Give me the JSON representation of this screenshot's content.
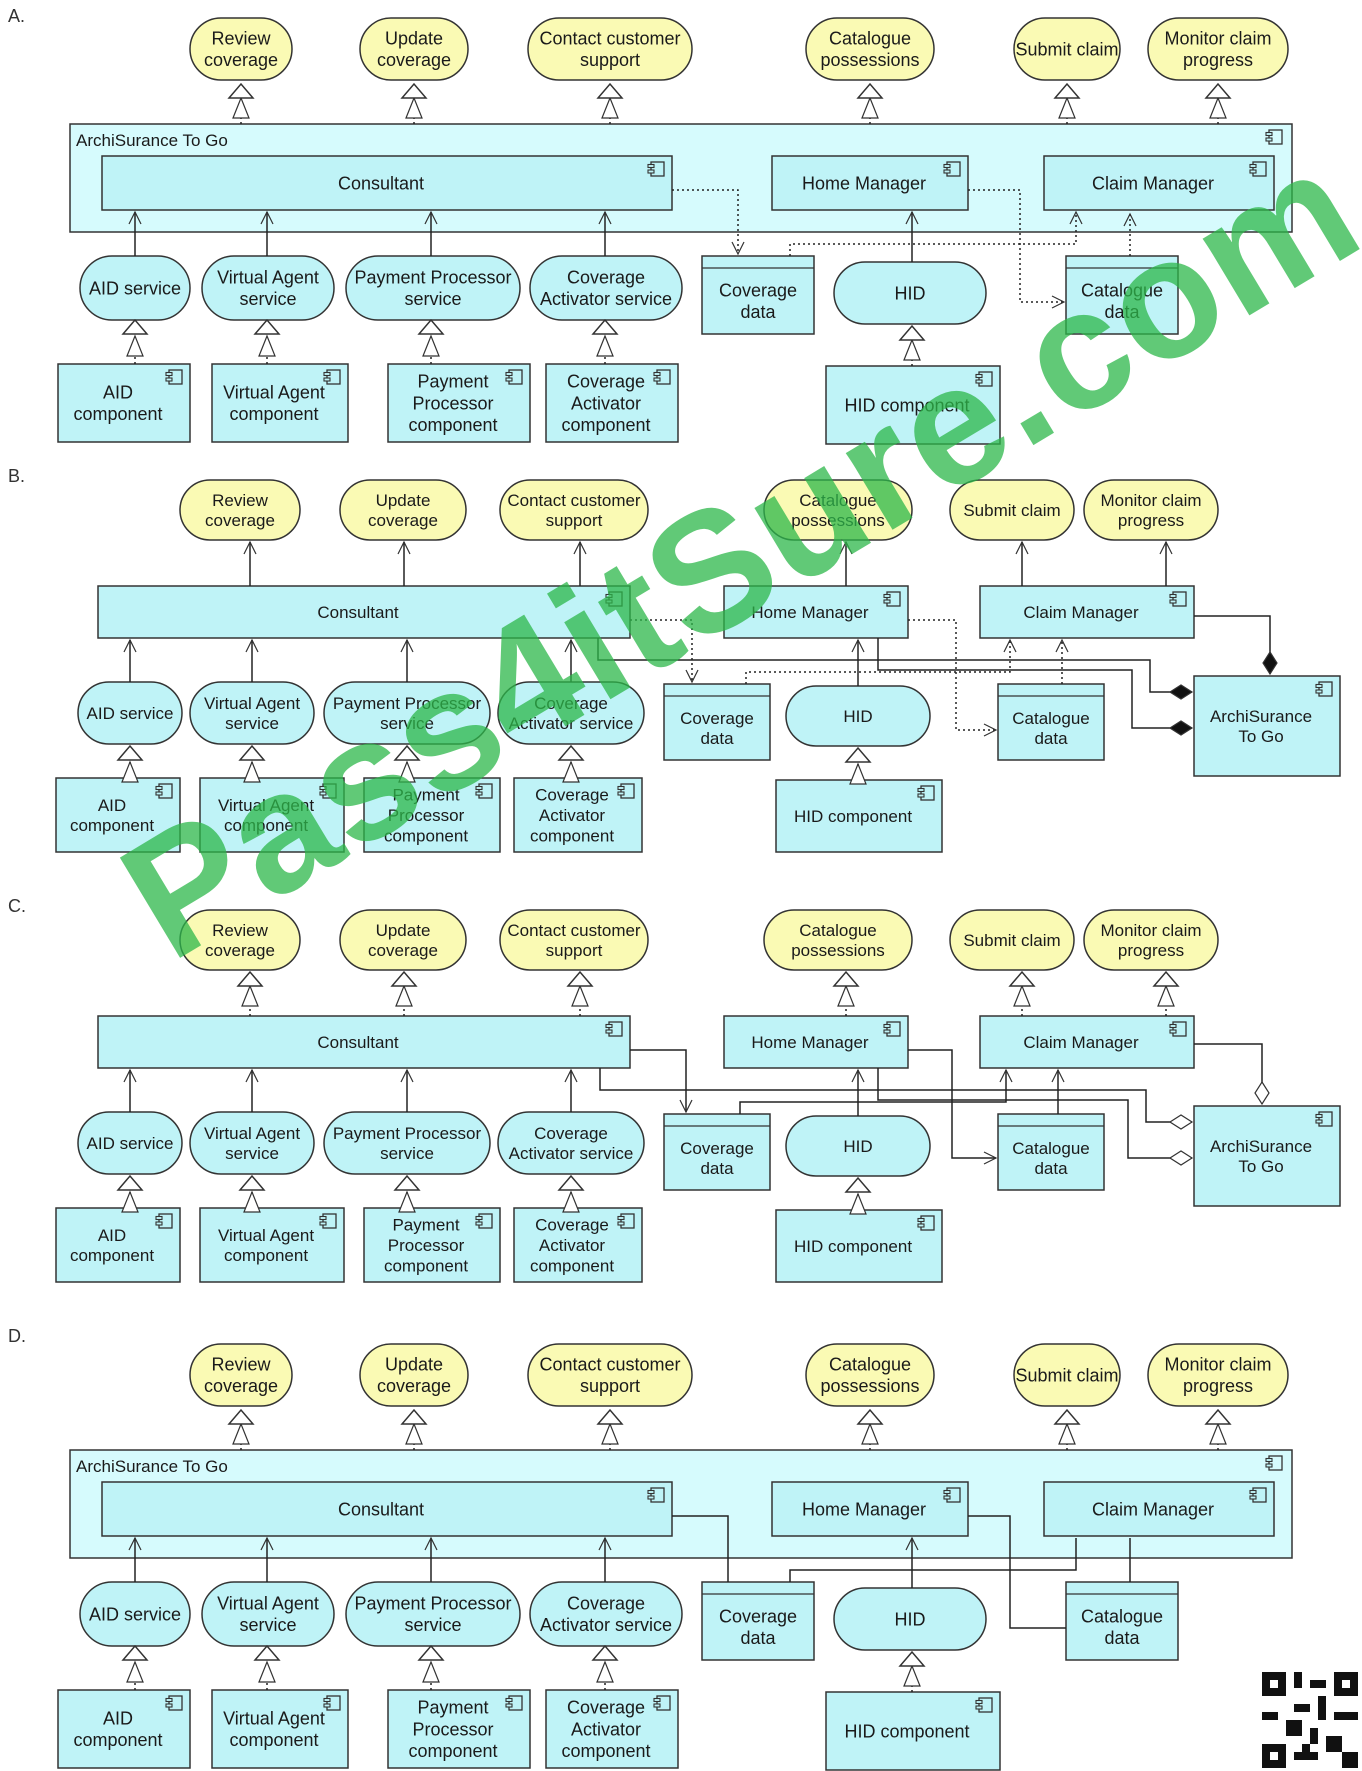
{
  "panels": [
    "A.",
    "B.",
    "C.",
    "D."
  ],
  "labels": {
    "review": "Review\ncoverage",
    "update": "Update\ncoverage",
    "contact": "Contact customer\nsupport",
    "catalogue_poss": "Catalogue\npossessions",
    "submit": "Submit claim",
    "monitor": "Monitor claim\nprogress",
    "archisurance": "ArchiSurance To Go",
    "archisurance_box": "ArchiSurance\nTo Go",
    "consultant": "Consultant",
    "home_manager": "Home Manager",
    "claim_manager": "Claim Manager",
    "aid_service": "AID service",
    "va_service": "Virtual Agent\nservice",
    "pp_service": "Payment Processor\nservice",
    "ca_service": "Coverage\nActivator service",
    "coverage_data": "Coverage\ndata",
    "hid": "HID",
    "catalogue_data": "Catalogue\ndata",
    "aid_comp": "AID\ncomponent",
    "va_comp": "Virtual Agent\ncomponent",
    "pp_comp": "Payment\nProcessor\ncomponent",
    "ca_comp": "Coverage\nActivator\ncomponent",
    "hid_comp": "HID component"
  },
  "watermark": "Pass4itSure.com",
  "colors": {
    "business_service": "#fafab4",
    "application": "#bff3f7",
    "group_fill": "#d6fbfd",
    "stroke": "#333333",
    "watermark": "#2db84a"
  }
}
